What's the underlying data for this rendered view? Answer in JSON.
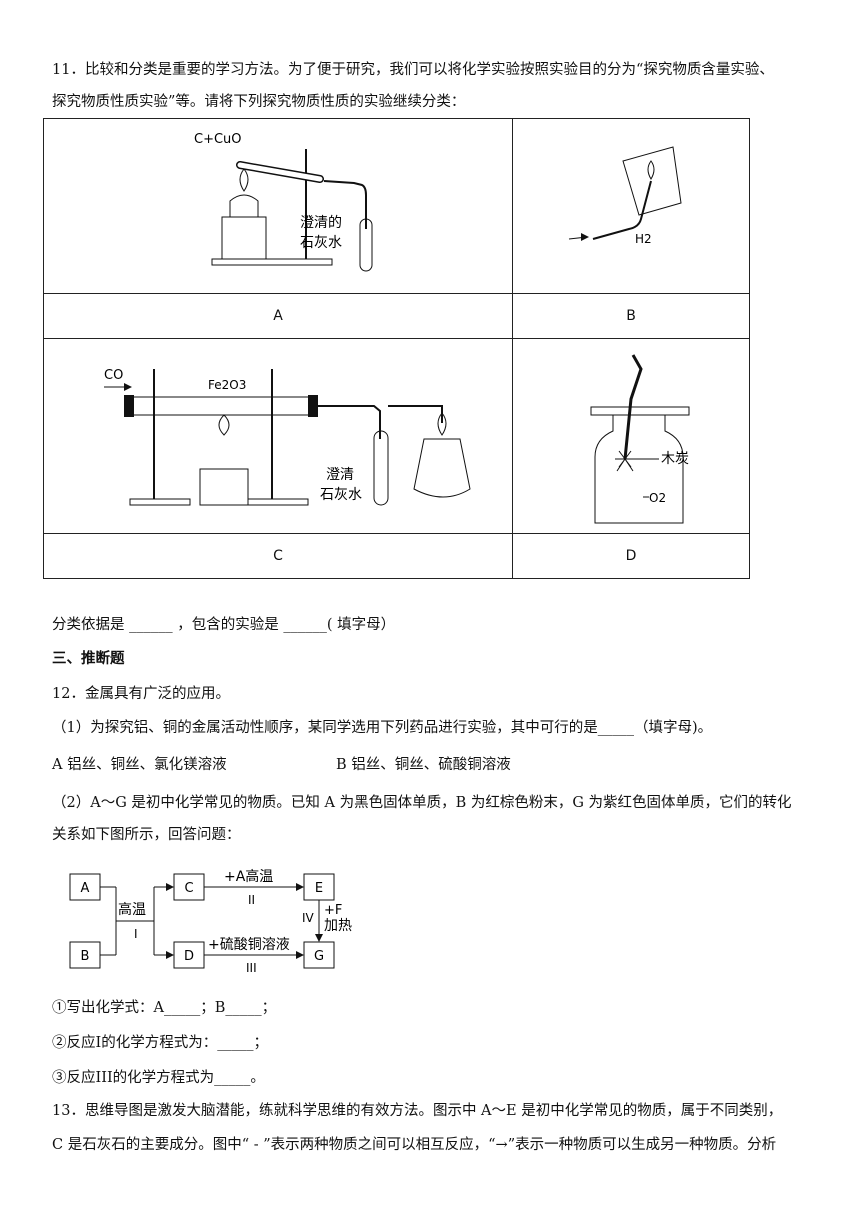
{
  "q11": {
    "line1": "11．比较和分类是重要的学习方法。为了便于研究，我们可以将化学实验按照实验目的分为“探究物质含量实验、",
    "line2": "探究物质性质实验”等。请将下列探究物质性质的实验继续分类：",
    "cells": {
      "a_label": "A",
      "b_label": "B",
      "c_label": "C",
      "d_label": "D",
      "a_reagent": "C+CuO",
      "a_water1": "澄清的",
      "a_water2": "石灰水",
      "b_gas": "H2",
      "c_gas": "CO",
      "c_reagent": "Fe2O3",
      "c_water1": "澄清",
      "c_water2": "石灰水",
      "d_label1": "木炭",
      "d_label2": "O2"
    },
    "answer_line": "分类依据是 ______ ，包含的实验是 ______( 填字母）"
  },
  "section3": "三、推断题",
  "q12": {
    "title": "12．金属具有广泛的应用。",
    "p1": "（1）为探究铝、铜的金属活动性顺序，某同学选用下列药品进行实验，其中可行的是_____（填字母)。",
    "optA": "A  铝丝、铜丝、氯化镁溶液",
    "optB": "B  铝丝、铜丝、硫酸铜溶液",
    "p2a": "（2）A～G 是初中化学常见的物质。已知 A 为黑色固体单质，B 为红棕色粉末，G 为紫红色固体单质，它们的转化",
    "p2b": "关系如下图所示，回答问题：",
    "flow": {
      "A": "A",
      "B": "B",
      "C": "C",
      "D": "D",
      "E": "E",
      "G": "G",
      "r1": "高温",
      "r1n": "I",
      "r2": "+A高温",
      "r2n": "II",
      "r3": "+硫酸铜溶液",
      "r3n": "III",
      "r4a": "+F",
      "r4b": "加热",
      "r4n": "IV"
    },
    "s1": "①写出化学式：A_____；B_____；",
    "s2": "②反应I的化学方程式为：_____；",
    "s3": "③反应III的化学方程式为_____。"
  },
  "q13": {
    "l1": "13．思维导图是激发大脑潜能，练就科学思维的有效方法。图示中 A～E 是初中化学常见的物质，属于不同类别，",
    "l2": "C 是石灰石的主要成分。图中“ - ”表示两种物质之间可以相互反应，“→”表示一种物质可以生成另一种物质。分析"
  }
}
